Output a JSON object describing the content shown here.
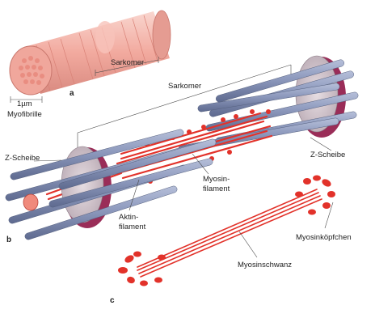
{
  "figure": {
    "panel_a": {
      "letter": "a",
      "scale_label": "1µm",
      "myofibril_label": "Myofibrille",
      "sarcomere_label": "Sarkomer"
    },
    "panel_b": {
      "letter": "b",
      "sarcomere_label": "Sarkomer",
      "zdisc_left_label": "Z-Scheibe",
      "zdisc_right_label": "Z-Scheibe",
      "myosin_label_line1": "Myosin-",
      "myosin_label_line2": "filament",
      "actin_label_line1": "Aktin-",
      "actin_label_line2": "filament"
    },
    "panel_c": {
      "letter": "c",
      "heads_label": "Myosinköpfchen",
      "tail_label": "Myosinschwanz"
    }
  },
  "colors": {
    "myofibril": "#f3b0a6",
    "myofibril_stripe": "#d98277",
    "actin": "#8d99bd",
    "actin_dark": "#5e6a8f",
    "zdisc": "#c9bcc4",
    "zdisc_edge": "#9a2d58",
    "myosin": "#e2322a"
  }
}
